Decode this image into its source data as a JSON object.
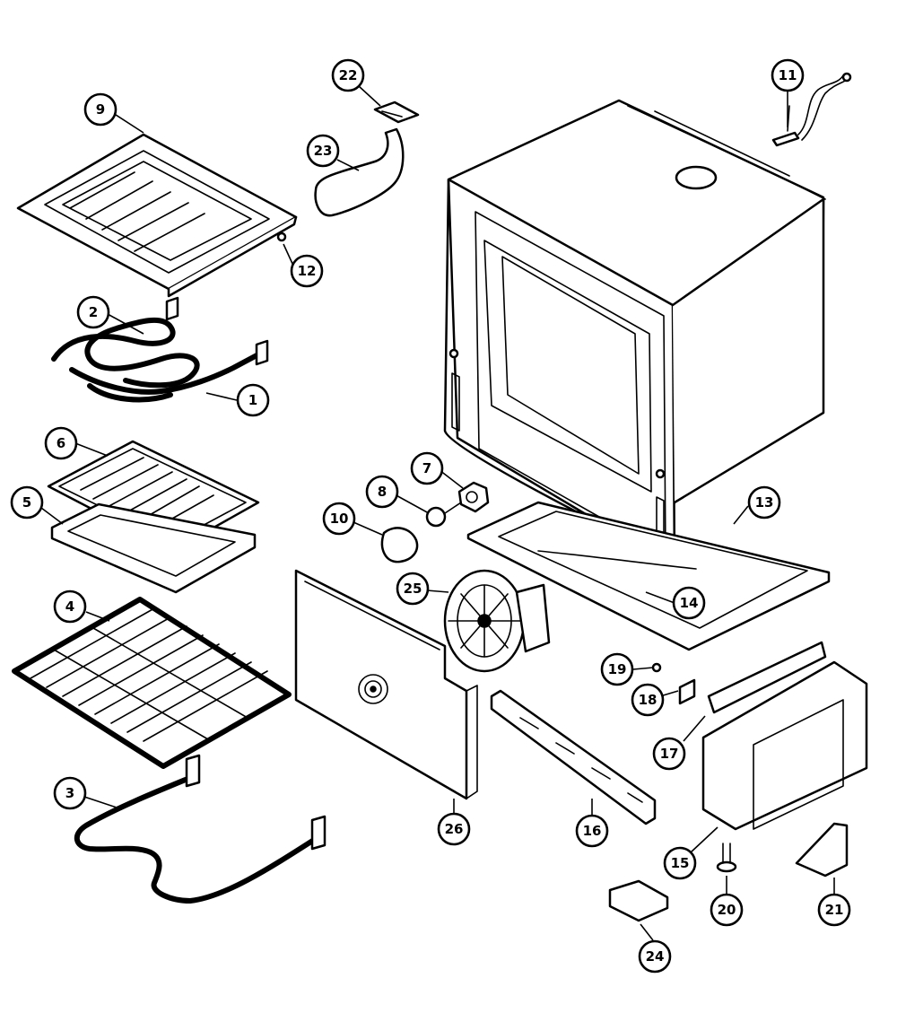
{
  "colors": {
    "line": "#000000",
    "background": "#ffffff"
  },
  "callouts": [
    {
      "id": "c1",
      "label": "1"
    },
    {
      "id": "c2",
      "label": "2"
    },
    {
      "id": "c3",
      "label": "3"
    },
    {
      "id": "c4",
      "label": "4"
    },
    {
      "id": "c5",
      "label": "5"
    },
    {
      "id": "c6",
      "label": "6"
    },
    {
      "id": "c7",
      "label": "7"
    },
    {
      "id": "c8",
      "label": "8"
    },
    {
      "id": "c9",
      "label": "9"
    },
    {
      "id": "c10",
      "label": "10"
    },
    {
      "id": "c11",
      "label": "11"
    },
    {
      "id": "c12",
      "label": "12"
    },
    {
      "id": "c13",
      "label": "13"
    },
    {
      "id": "c14",
      "label": "14"
    },
    {
      "id": "c15",
      "label": "15"
    },
    {
      "id": "c16",
      "label": "16"
    },
    {
      "id": "c17",
      "label": "17"
    },
    {
      "id": "c18",
      "label": "18"
    },
    {
      "id": "c19",
      "label": "19"
    },
    {
      "id": "c20",
      "label": "20"
    },
    {
      "id": "c21",
      "label": "21"
    },
    {
      "id": "c22",
      "label": "22"
    },
    {
      "id": "c23",
      "label": "23"
    },
    {
      "id": "c24",
      "label": "24"
    },
    {
      "id": "c25",
      "label": "25"
    },
    {
      "id": "c26",
      "label": "26"
    }
  ]
}
